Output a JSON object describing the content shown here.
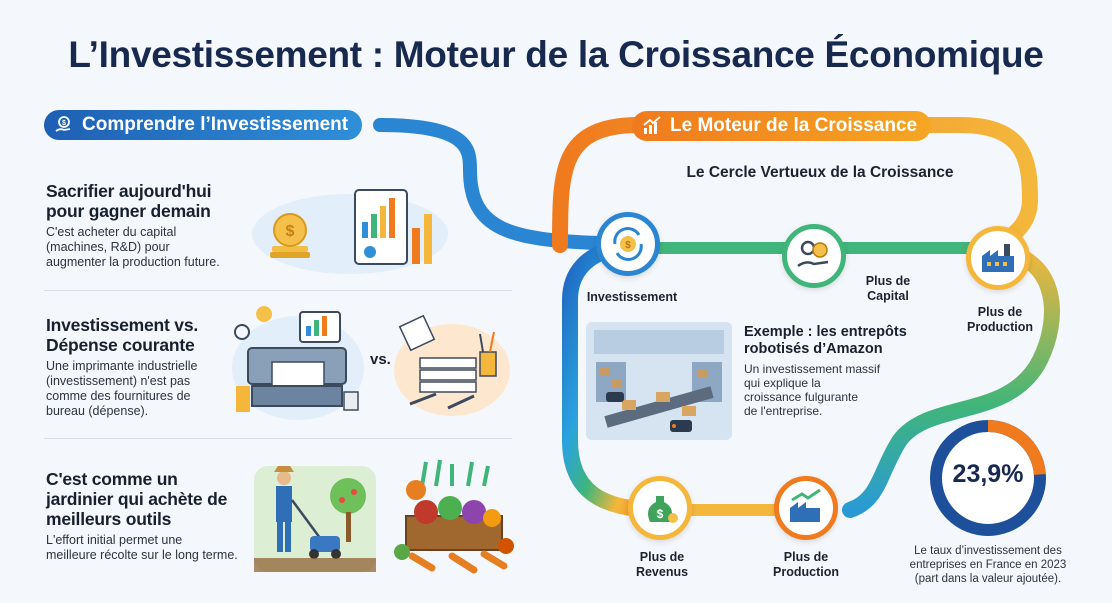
{
  "title": "L’Investissement : Moteur de la Croissance Économique",
  "left": {
    "pill_label": "Comprendre l’Investissement",
    "sections": [
      {
        "heading_line1": "Sacrifier aujourd'hui",
        "heading_line2": "pour gagner demain",
        "desc_line1": "C'est acheter du capital",
        "desc_line2": "(machines, R&D) pour",
        "desc_line3": "augmenter la production future."
      },
      {
        "heading_line1": "Investissement vs.",
        "heading_line2": "Dépense courante",
        "desc_line1": "Une imprimante industrielle",
        "desc_line2": "(investissement) n'est pas",
        "desc_line3": "comme des fournitures de",
        "desc_line4": "bureau (dépense).",
        "vs": "vs."
      },
      {
        "heading_line1": "C'est comme un",
        "heading_line2": "jardinier qui achète de",
        "heading_line3": "meilleurs outils",
        "desc_line1": "L'effort initial permet une",
        "desc_line2": "meilleure récolte sur le long terme."
      }
    ]
  },
  "right": {
    "pill_label": "Le Moteur de la Croissance",
    "cycle_title": "Le Cercle Vertueux de la Croissance",
    "nodes": {
      "investissement": "Investissement",
      "capital_line1": "Plus de",
      "capital_line2": "Capital",
      "production_top_line1": "Plus de",
      "production_top_line2": "Production",
      "revenus_line1": "Plus de",
      "revenus_line2": "Revenus",
      "production_bottom_line1": "Plus de",
      "production_bottom_line2": "Production"
    },
    "example": {
      "title_line1": "Exemple : les entrepôts",
      "title_line2": "robotisés d’Amazon",
      "desc_line1": "Un investissement massif",
      "desc_line2": "qui explique la",
      "desc_line3": "croissance fulgurante",
      "desc_line4": "de l'entreprise."
    },
    "stat": {
      "value_label": "23,9%",
      "value": 23.9,
      "caption_line1": "Le taux d’investissement des",
      "caption_line2": "entreprises en France en 2023",
      "caption_line3": "(part dans la valeur ajoutée)."
    }
  },
  "colors": {
    "navy": "#17294f",
    "blue": "#1e5fb4",
    "orange": "#f07a1e",
    "yellow": "#f4b73b",
    "green": "#3fb57a"
  }
}
